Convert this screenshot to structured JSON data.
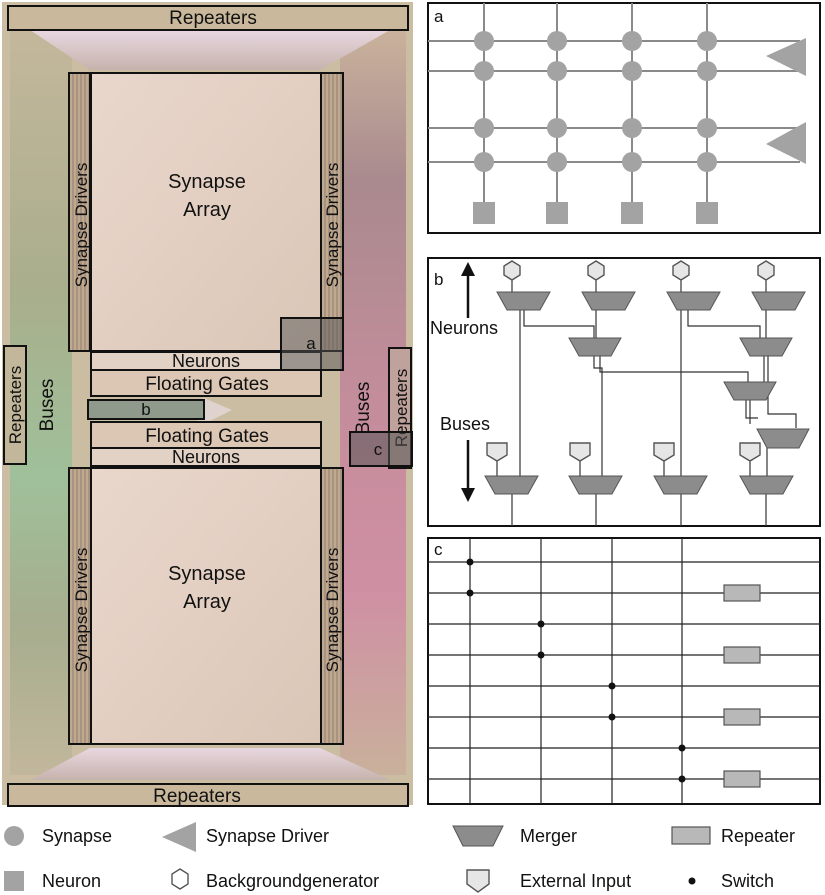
{
  "chip": {
    "repeaters_top": "Repeaters",
    "repeaters_bottom": "Repeaters",
    "repeaters_left": "Repeaters",
    "repeaters_right": "Repeaters",
    "buses_left": "Buses",
    "buses_right": "Buses",
    "synapse_drivers": "Synapse Drivers",
    "synapse_array_line1": "Synapse",
    "synapse_array_line2": "Array",
    "neurons": "Neurons",
    "floating_gates": "Floating Gates",
    "marker_a": "a",
    "marker_b": "b",
    "marker_c": "c"
  },
  "panel_a": {
    "label": "a"
  },
  "panel_b": {
    "label": "b",
    "neurons_label": "Neurons",
    "buses_label": "Buses"
  },
  "panel_c": {
    "label": "c"
  },
  "legend": {
    "synapse": "Synapse",
    "synapse_driver": "Synapse Driver",
    "merger": "Merger",
    "repeater": "Repeater",
    "neuron": "Neuron",
    "backgroundgenerator": "Backgroundgenerator",
    "external_input": "External Input",
    "switch": "Switch"
  },
  "colors": {
    "component_gray": "#a3a3a3",
    "merger_gray": "#8c8c8c",
    "line_gray": "#8a8a8a",
    "chip_background": "#cfc0a6",
    "outline": "#111111"
  }
}
